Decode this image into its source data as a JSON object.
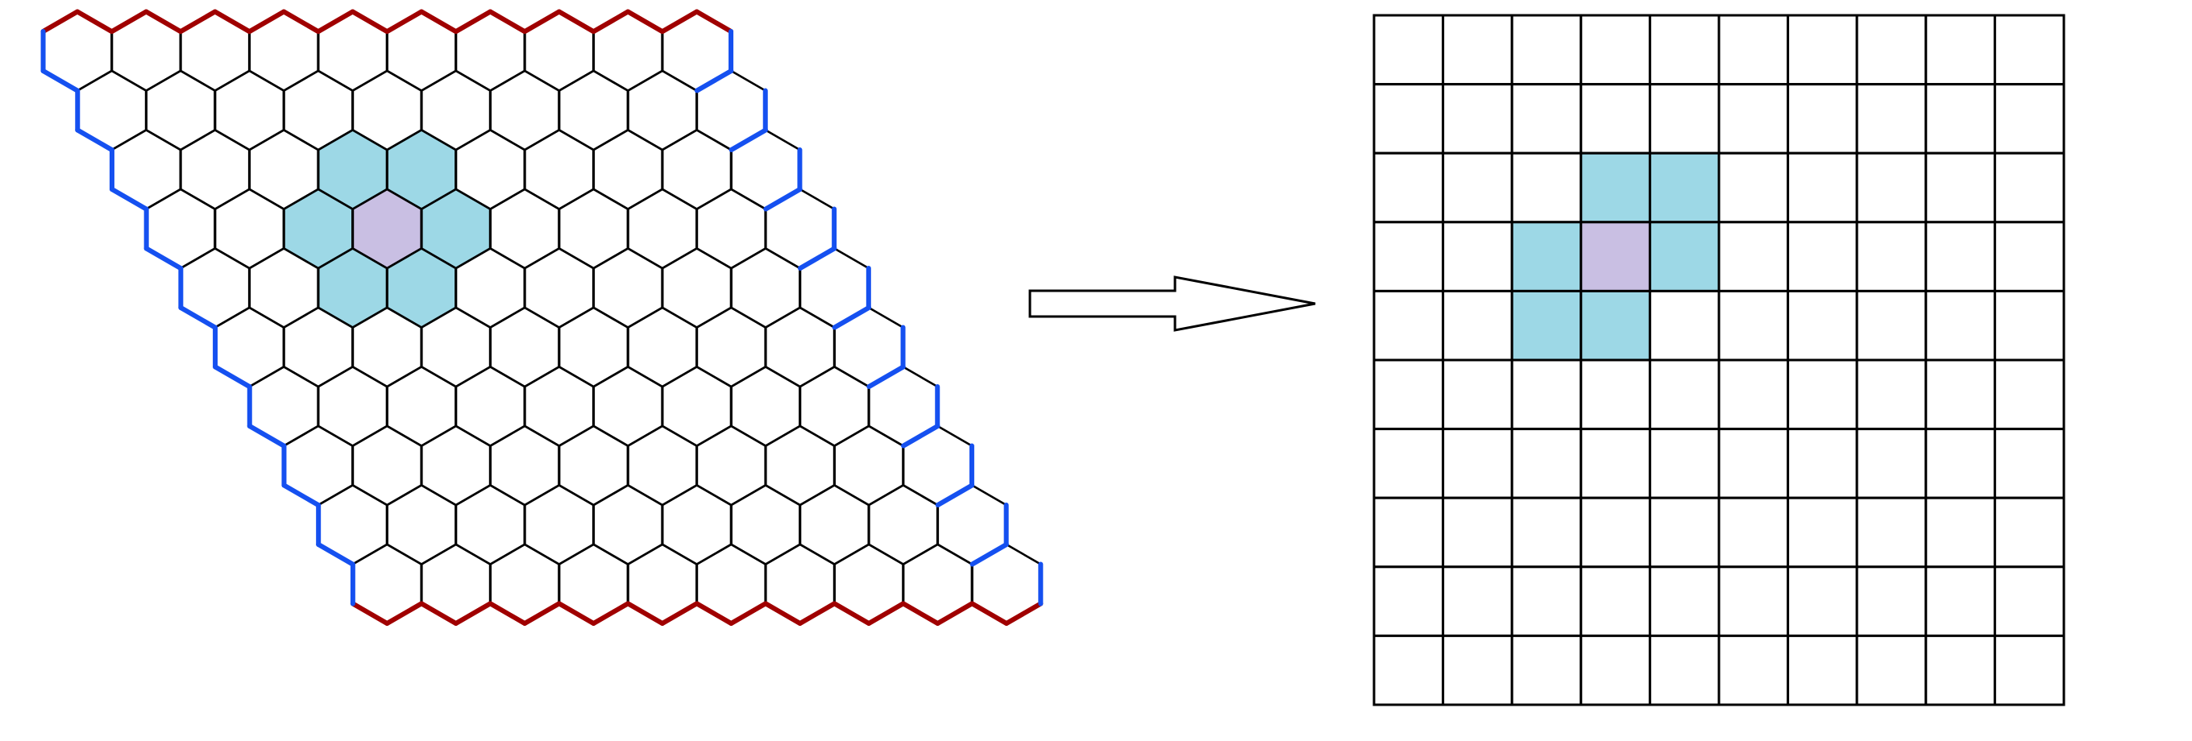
{
  "colors": {
    "background": "#ffffff",
    "cell_edge": "#000000",
    "border_red": "#a00000",
    "border_blue": "#1550f0",
    "neighbor_fill": "#9dd8e6",
    "center_fill": "#c9bfe3",
    "plain_fill": "#ffffff"
  },
  "hex_board": {
    "size": 10,
    "center_cell": {
      "row": 3,
      "col": 3
    },
    "neighbor_cells": [
      {
        "row": 2,
        "col": 3
      },
      {
        "row": 2,
        "col": 4
      },
      {
        "row": 3,
        "col": 2
      },
      {
        "row": 3,
        "col": 4
      },
      {
        "row": 4,
        "col": 2
      },
      {
        "row": 4,
        "col": 3
      }
    ],
    "top_bottom_edges": "red",
    "left_right_edges": "blue"
  },
  "arrow": {
    "direction": "right",
    "icon": "hollow-arrow-right-icon"
  },
  "square_grid": {
    "size": 10,
    "center_cell": {
      "row": 3,
      "col": 3
    },
    "neighbor_cells": [
      {
        "row": 2,
        "col": 3
      },
      {
        "row": 2,
        "col": 4
      },
      {
        "row": 3,
        "col": 2
      },
      {
        "row": 3,
        "col": 4
      },
      {
        "row": 4,
        "col": 2
      },
      {
        "row": 4,
        "col": 3
      }
    ]
  }
}
